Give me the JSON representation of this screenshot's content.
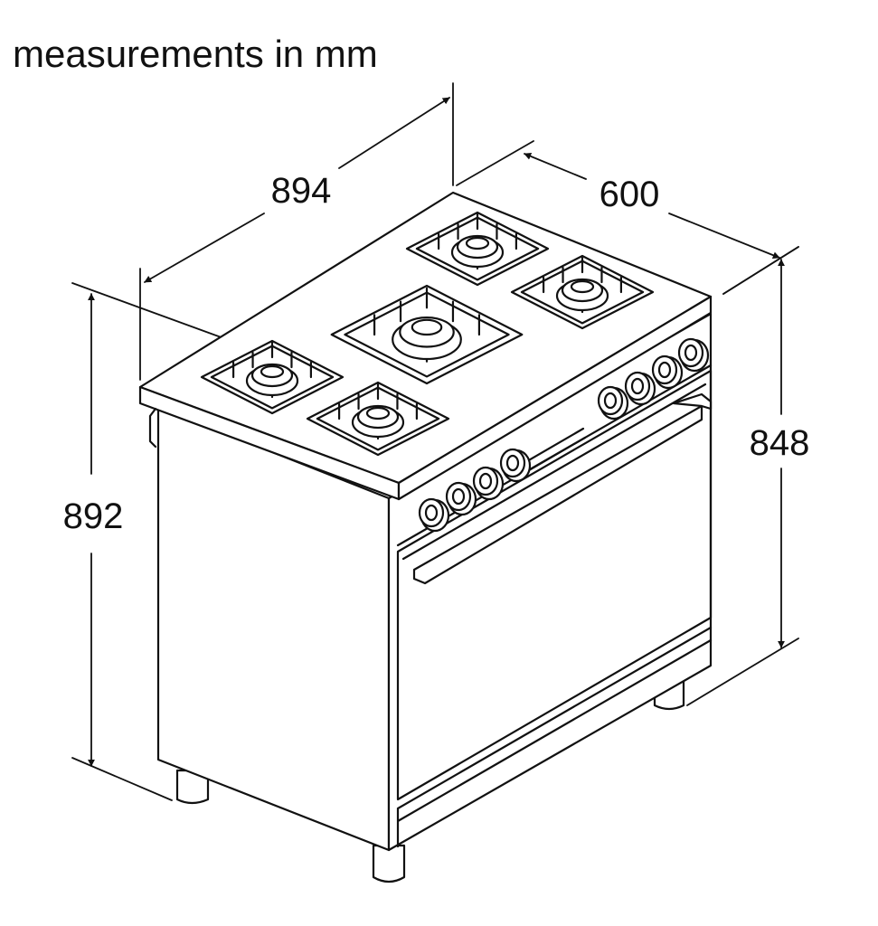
{
  "title": "measurements in mm",
  "dimensions": {
    "width": "894",
    "depth": "600",
    "height_total": "892",
    "height_body": "848"
  },
  "colors": {
    "line": "#111111",
    "background": "#ffffff"
  }
}
